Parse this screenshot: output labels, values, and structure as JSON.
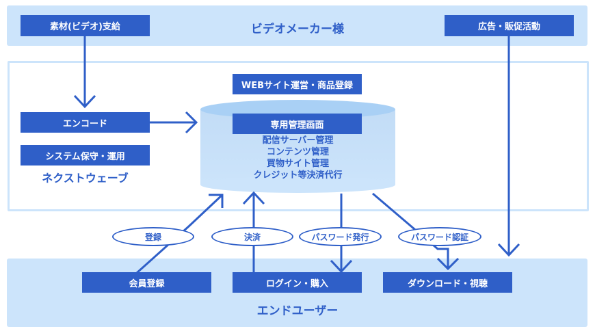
{
  "maker": {
    "title": "ビデオメーカー様",
    "supply_label": "素材(ビデオ)支給",
    "promo_label": "広告・販促活動"
  },
  "provider": {
    "title": "ネクストウェーブ",
    "encode_label": "エンコード",
    "maintenance_label": "システム保守・運用",
    "web_label": "WEBサイト運営・商品登録"
  },
  "admin": {
    "title": "専用管理画面",
    "items": [
      "配信サーバー管理",
      "コンテンツ管理",
      "買物サイト管理",
      "クレジット等決済代行"
    ]
  },
  "flows": {
    "register": "登録",
    "payment": "決済",
    "password_issue": "パスワード発行",
    "password_auth": "パスワード認証"
  },
  "end_user": {
    "title": "エンドユーザー",
    "member_label": "会員登録",
    "login_label": "ログイン・購入",
    "download_label": "ダウンロード・視聴"
  },
  "colors": {
    "accent": "#2f5fc8",
    "band": "#cce4fb",
    "cylinder_top": "#a9d0f5",
    "cylinder_body": "#cce4fb"
  }
}
